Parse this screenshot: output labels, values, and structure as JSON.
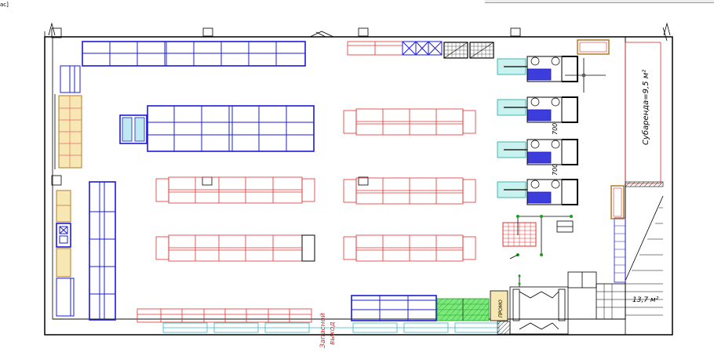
{
  "header": {
    "corner_text": "ac]"
  },
  "plan": {
    "sublease_label": "Субаренда=9,5 м²",
    "area_label": "13,7 м²",
    "dim_700_a": "700",
    "dim_700_b": "700",
    "emergency_exit_line1": "Запасной",
    "emergency_exit_line2": "выход",
    "promo_stand_label": "ПРОМО"
  },
  "colors": {
    "walls": "#000000",
    "refrigeration": "#1b1bd6",
    "shelving": "#e03030",
    "windows": "#33b7c4",
    "produce": "#18a018",
    "wood": "#b37a2a"
  }
}
